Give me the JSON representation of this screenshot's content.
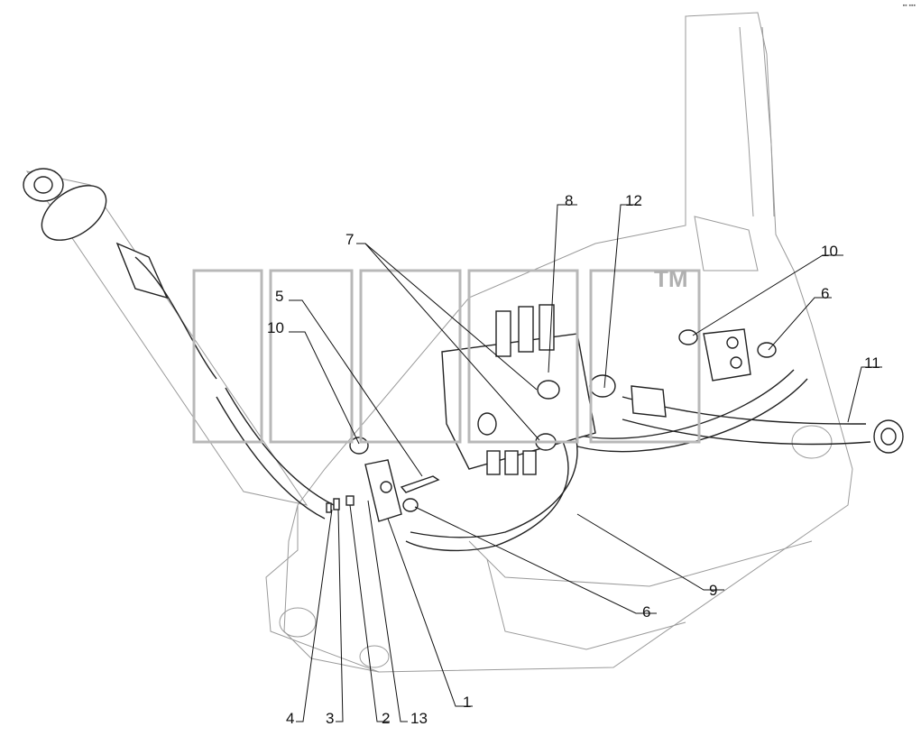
{
  "diagram": {
    "watermark_trademark": "TM",
    "corner_mark": "▪▪ ▪▪▪",
    "callouts": [
      {
        "id": "c8",
        "label": "8"
      },
      {
        "id": "c12",
        "label": "12"
      },
      {
        "id": "c7",
        "label": "7"
      },
      {
        "id": "c10a",
        "label": "10"
      },
      {
        "id": "c6a",
        "label": "6"
      },
      {
        "id": "c5",
        "label": "5"
      },
      {
        "id": "c10b",
        "label": "10"
      },
      {
        "id": "c11",
        "label": "11"
      },
      {
        "id": "c9",
        "label": "9"
      },
      {
        "id": "c6b",
        "label": "6"
      },
      {
        "id": "c4",
        "label": "4"
      },
      {
        "id": "c3",
        "label": "3"
      },
      {
        "id": "c2",
        "label": "2"
      },
      {
        "id": "c13",
        "label": "13"
      },
      {
        "id": "c1",
        "label": "1"
      }
    ]
  }
}
